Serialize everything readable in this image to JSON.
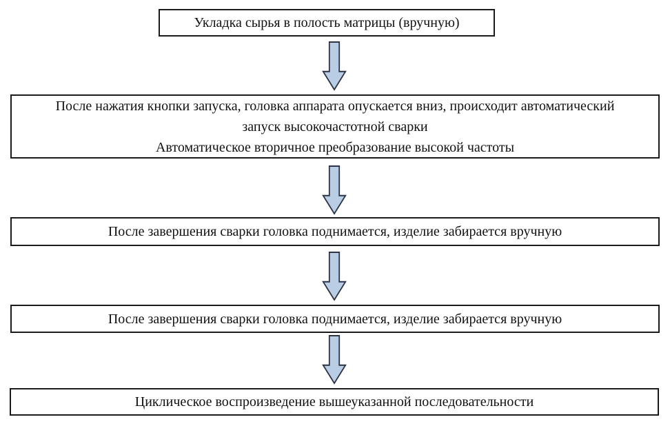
{
  "flowchart": {
    "steps": [
      {
        "text": "Укладка сырья в полость матрицы (вручную)"
      },
      {
        "lines": [
          "После нажатия кнопки запуска, головка аппарата опускается вниз, происходит автоматический",
          "запуск высокочастотной сварки",
          "Автоматическое вторичное преобразование высокой частоты"
        ]
      },
      {
        "text": "После завершения сварки головка поднимается, изделие забирается вручную"
      },
      {
        "text": "После завершения сварки головка поднимается, изделие забирается вручную"
      },
      {
        "text": "Циклическое воспроизведение вышеуказанной последовательности"
      }
    ],
    "colors": {
      "arrow_fill": "#b9cde5",
      "arrow_outline": "#2c3444",
      "box_border": "#1a1a1a",
      "text": "#111111",
      "background": "#ffffff"
    }
  }
}
